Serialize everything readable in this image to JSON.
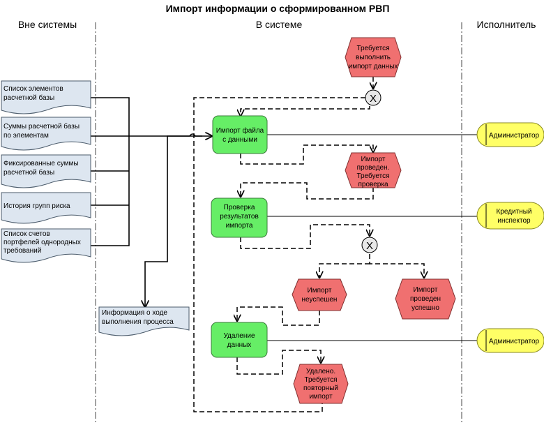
{
  "title": "Импорт информации о сформированном РВП",
  "lanes": {
    "outside": "Вне системы",
    "inside": "В системе",
    "executor": "Исполнитель"
  },
  "documents": [
    {
      "id": "doc-calc-base-elements",
      "lines": [
        "Список элементов",
        "расчетной базы"
      ]
    },
    {
      "id": "doc-calc-base-sums",
      "lines": [
        "Суммы расчетной базы",
        "по элементам"
      ]
    },
    {
      "id": "doc-fixed-sums",
      "lines": [
        "Фиксированные суммы",
        "расчетной базы"
      ]
    },
    {
      "id": "doc-risk-history",
      "lines": [
        "История групп риска"
      ]
    },
    {
      "id": "doc-portfolio-accounts",
      "lines": [
        "Список счетов",
        "портфелей однородных",
        "требований"
      ]
    },
    {
      "id": "doc-process-info",
      "lines": [
        "Информация о ходе",
        "выполнения процесса"
      ]
    }
  ],
  "functions": [
    {
      "id": "func-import-file",
      "lines": [
        "Импорт файла",
        "с данными"
      ]
    },
    {
      "id": "func-check-results",
      "lines": [
        "Проверка",
        "результатов",
        "импорта"
      ]
    },
    {
      "id": "func-delete-data",
      "lines": [
        "Удаление",
        "данных"
      ]
    }
  ],
  "events": [
    {
      "id": "event-import-required",
      "lines": [
        "Требуется",
        "выполнить",
        "импорт данных"
      ]
    },
    {
      "id": "event-import-done-check",
      "lines": [
        "Импорт",
        "проведен.",
        "Требуется",
        "проверка"
      ]
    },
    {
      "id": "event-import-failed",
      "lines": [
        "Импорт",
        "неуспешен"
      ]
    },
    {
      "id": "event-import-success",
      "lines": [
        "Импорт",
        "проведен",
        "успешно"
      ]
    },
    {
      "id": "event-deleted-reimport",
      "lines": [
        "Удалено.",
        "Требуется",
        "повторный",
        "импорт"
      ]
    }
  ],
  "roles": [
    {
      "id": "role-admin-1",
      "lines": [
        "Администратор"
      ]
    },
    {
      "id": "role-credit-inspector",
      "lines": [
        "Кредитный",
        "инспектор"
      ]
    },
    {
      "id": "role-admin-2",
      "lines": [
        "Администратор"
      ]
    }
  ],
  "gateways": [
    {
      "id": "xor-gateway-top",
      "symbol": "X"
    },
    {
      "id": "xor-gateway-middle",
      "symbol": "X"
    }
  ]
}
